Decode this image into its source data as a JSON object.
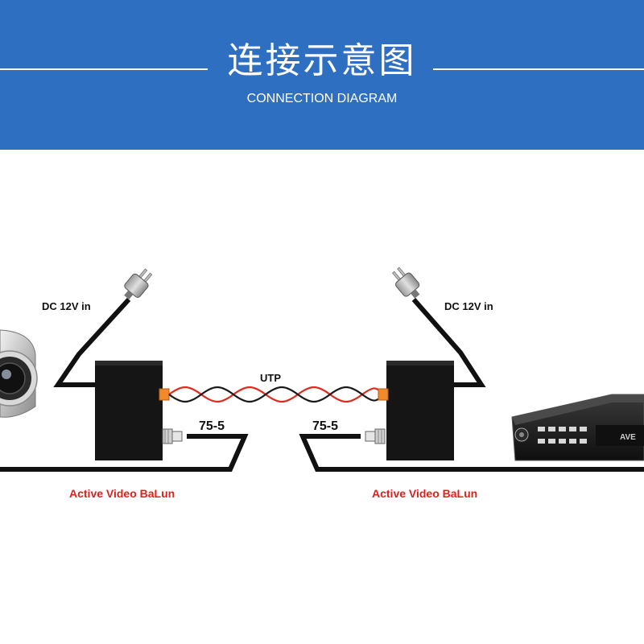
{
  "header": {
    "title": "连接示意图",
    "subtitle": "CONNECTION DIAGRAM"
  },
  "diagram": {
    "power_label_left": "DC 12V in",
    "power_label_right": "DC 12V in",
    "utp_label": "UTP",
    "coax_label_left": "75-5",
    "coax_label_right": "75-5",
    "balun_label_left": "Active Video BaLun",
    "balun_label_right": "Active Video BaLun",
    "dvr_brand_fragment": "AVE"
  },
  "colors": {
    "header_bg": "#2e6fc2",
    "balun_label": "#e0201c",
    "utp_red_wire": "#e02a1c",
    "utp_black_wire": "#1a1a1a",
    "connector": "#f08a2a"
  }
}
